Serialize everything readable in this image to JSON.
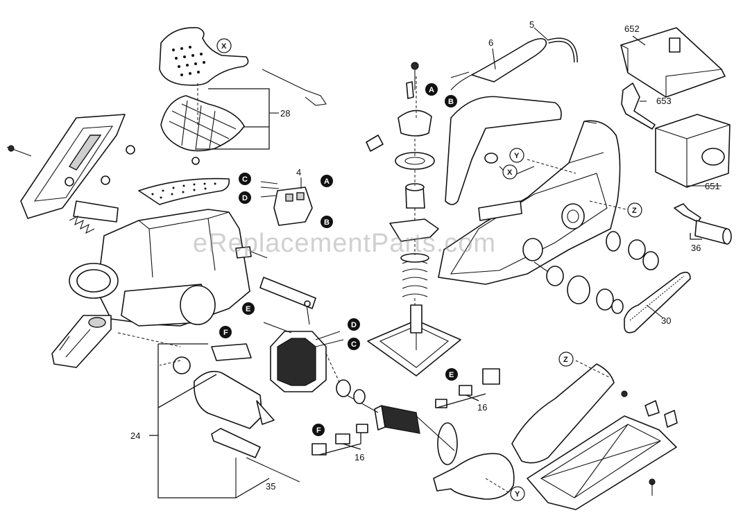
{
  "watermark": "eReplacementParts.com",
  "part_numbers": {
    "p4": "4",
    "p5": "5",
    "p6": "6",
    "p16a": "16",
    "p16b": "16",
    "p24": "24",
    "p28": "28",
    "p30": "30",
    "p35": "35",
    "p36": "36",
    "p651": "651",
    "p652": "652",
    "p653": "653"
  },
  "callouts": {
    "A": "A",
    "B": "B",
    "C": "C",
    "D": "D",
    "E": "E",
    "F": "F",
    "X": "X",
    "Y": "Y",
    "Z": "Z"
  }
}
